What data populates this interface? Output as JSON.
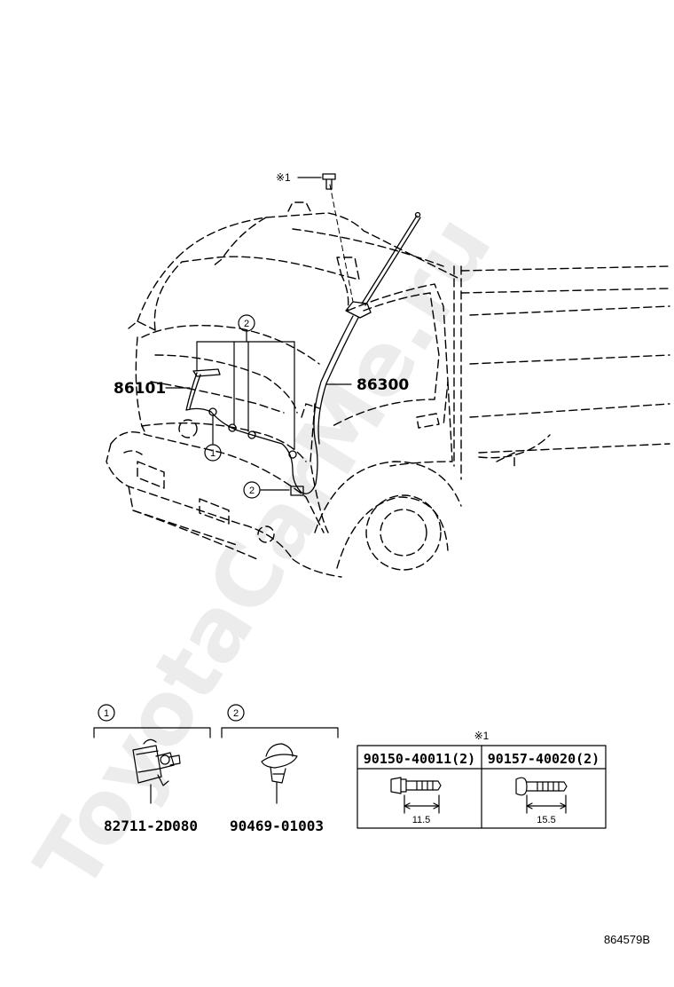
{
  "callouts": {
    "note1": "※1",
    "antenna_assy": "86300",
    "feeder_cord": "86101",
    "clamp_ref": "1",
    "clip_ref": "2"
  },
  "legend": {
    "clamp_ref": "1",
    "clip_ref": "2",
    "clamp_part": "82711-2D080",
    "clip_part": "90469-01003"
  },
  "bolt_table": {
    "note": "※1",
    "columns": [
      {
        "part": "90150-40011(2)",
        "dimension": "11.5"
      },
      {
        "part": "90157-40020(2)",
        "dimension": "15.5"
      }
    ]
  },
  "diagram_id": "864579B",
  "watermark": "ToyotaCarMe.ru"
}
